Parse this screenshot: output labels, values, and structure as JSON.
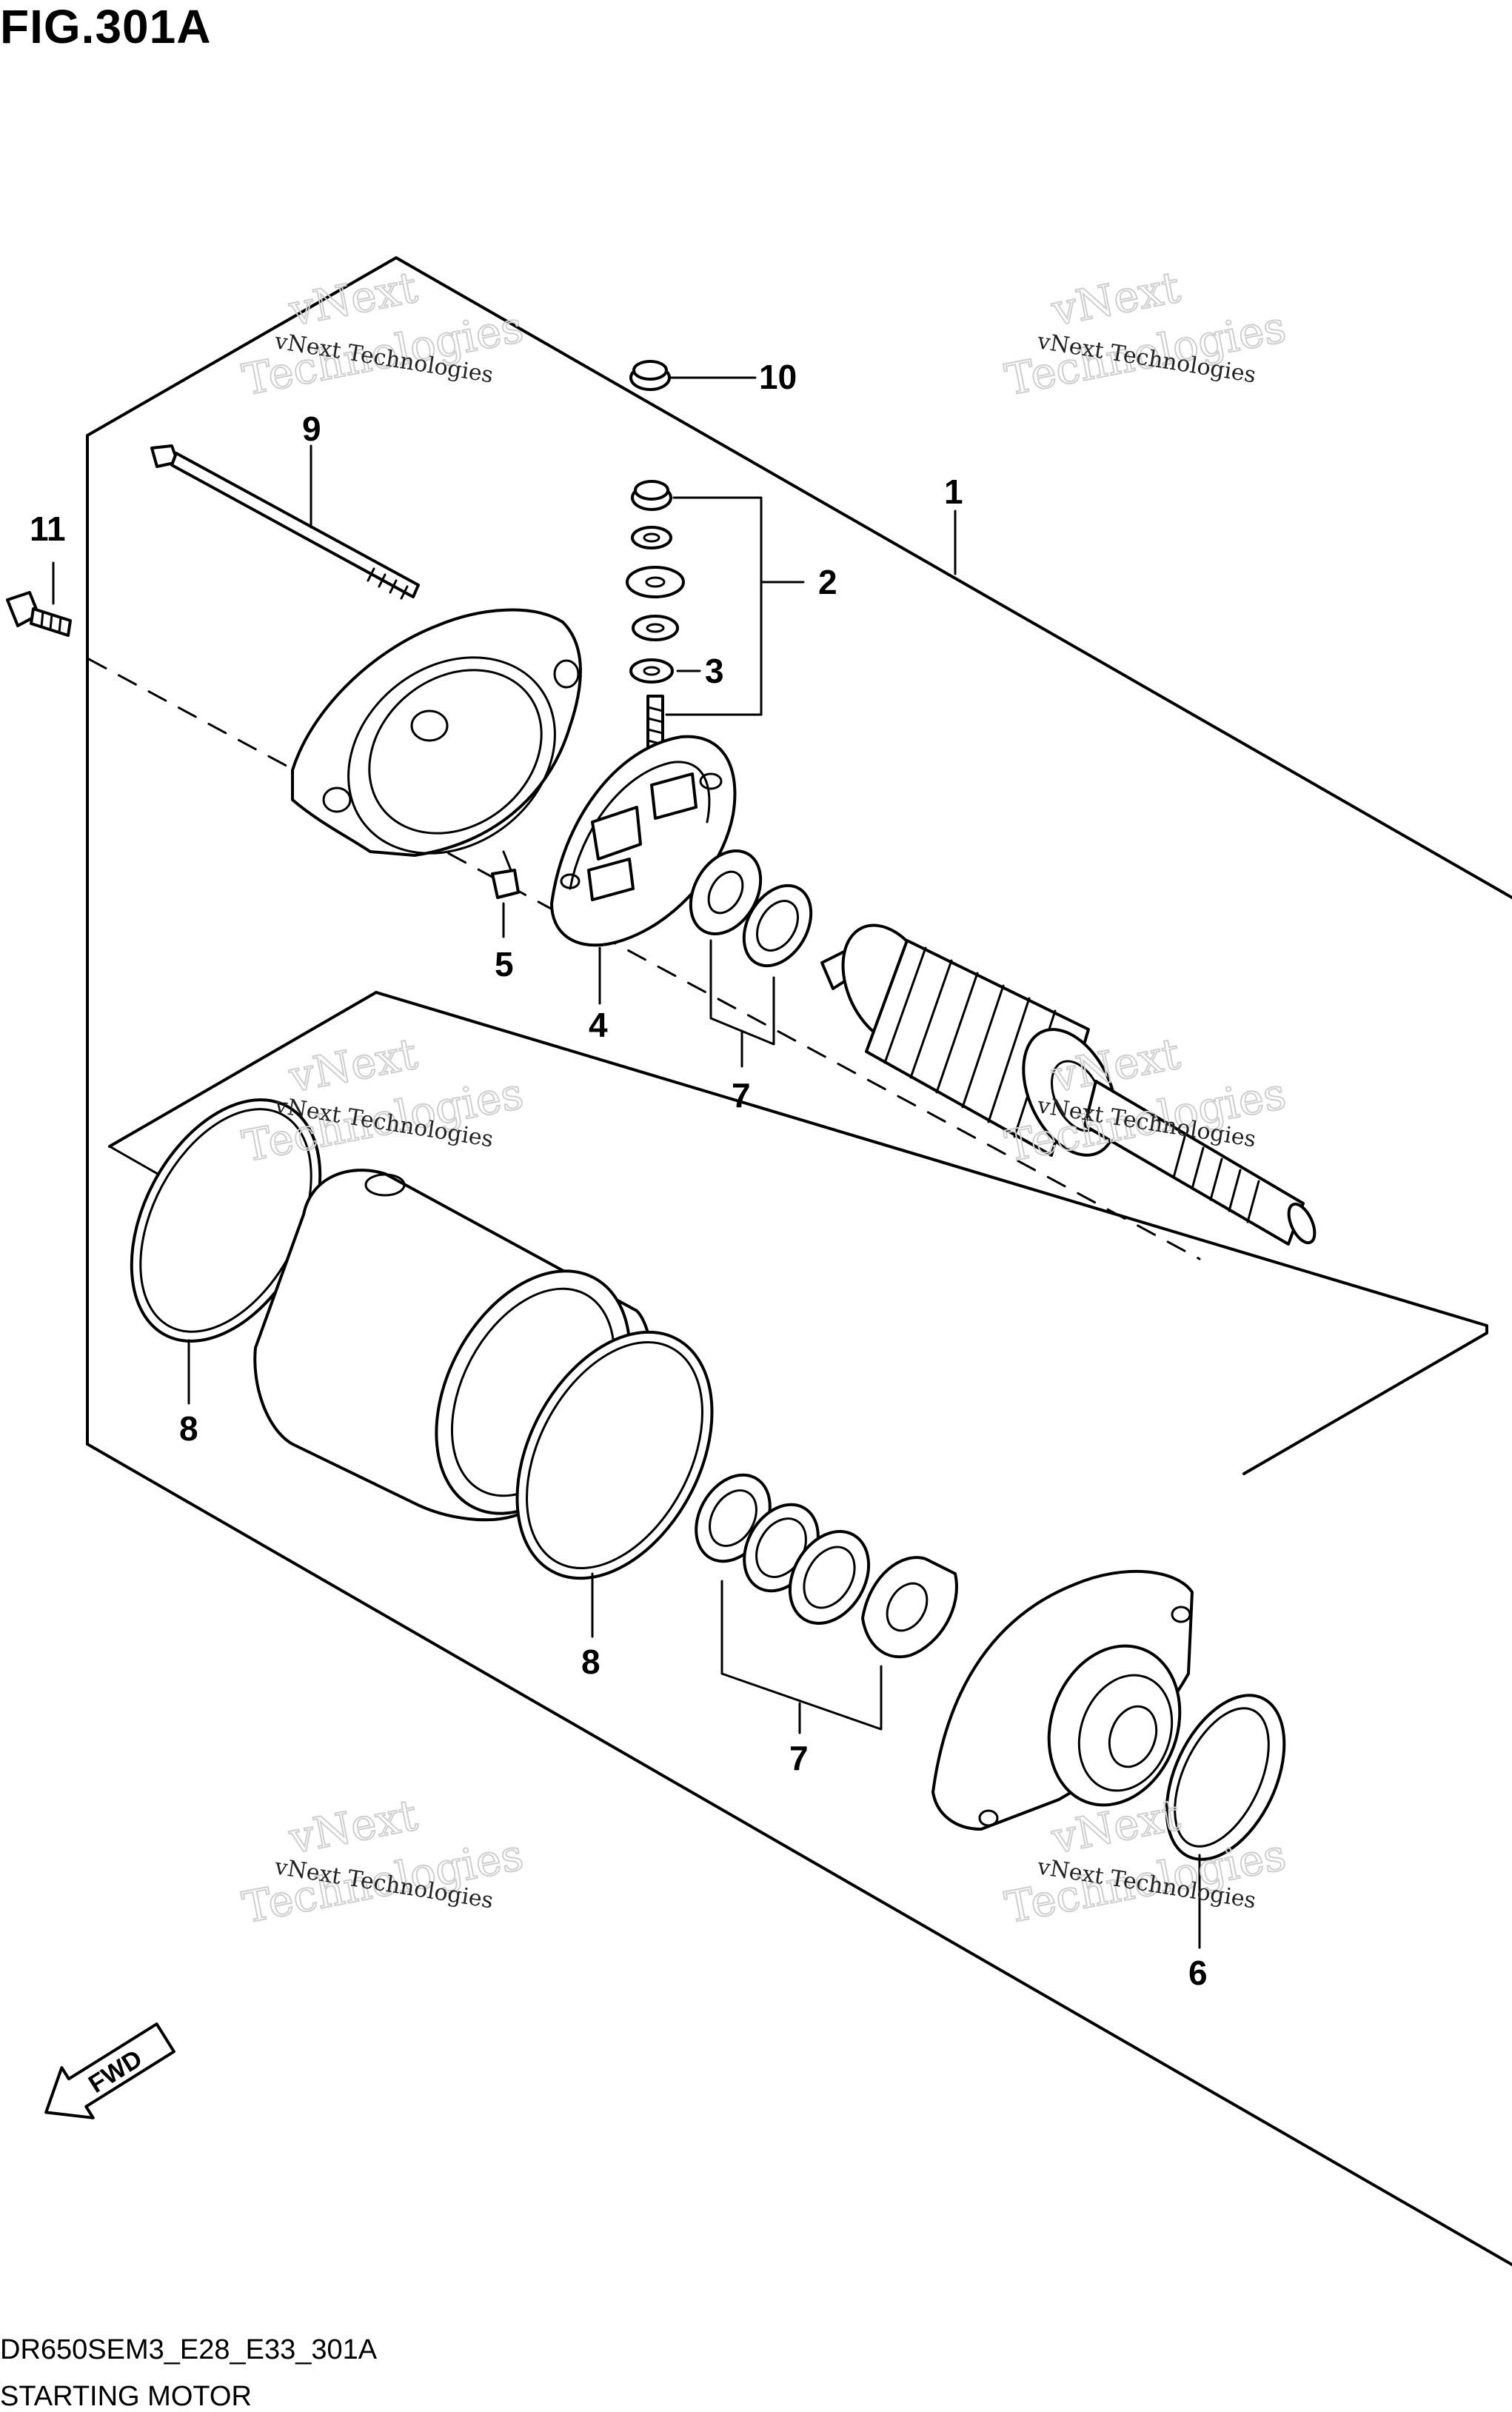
{
  "header": {
    "figure_label": "FIG.301A"
  },
  "callouts": {
    "c1": "1",
    "c2": "2",
    "c3": "3",
    "c4": "4",
    "c5": "5",
    "c6": "6",
    "c7a": "7",
    "c7b": "7",
    "c8a": "8",
    "c8b": "8",
    "c9": "9",
    "c10": "10",
    "c11": "11"
  },
  "watermark": {
    "small": "vNext Technologies",
    "large": "Technologies",
    "logo": "vNext"
  },
  "fwd_arrow": {
    "label": "FWD"
  },
  "footer": {
    "code": "DR650SEM3_E28_E33_301A",
    "description": "STARTING MOTOR"
  }
}
